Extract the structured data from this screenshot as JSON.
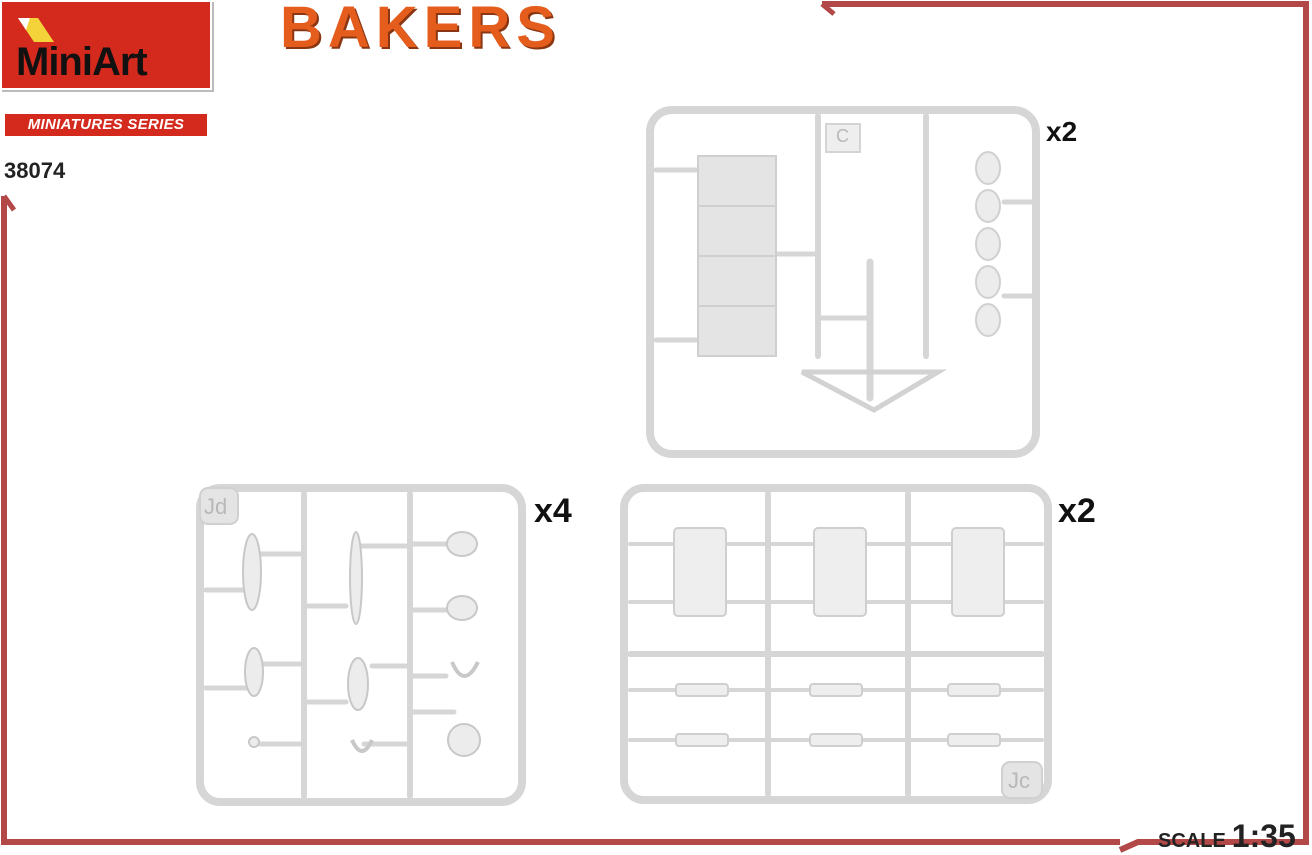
{
  "brand": {
    "logo_text": "MiniArt",
    "series": "MINIATURES SERIES",
    "kit_number": "38074",
    "colors": {
      "logo_red": "#d42a1e",
      "title_orange": "#e55d1c",
      "frame_red": "#b24848",
      "sprue_grey": "#d8d8d8"
    }
  },
  "title": "BAKERS",
  "sprues": [
    {
      "id": "sprue-c",
      "letter": "C",
      "multiplier": "x2"
    },
    {
      "id": "sprue-jd",
      "letter": "Jd",
      "multiplier": "x4"
    },
    {
      "id": "sprue-jc",
      "letter": "Jc",
      "multiplier": "x2"
    }
  ],
  "scale": {
    "label": "SCALE",
    "value": "1:35"
  }
}
